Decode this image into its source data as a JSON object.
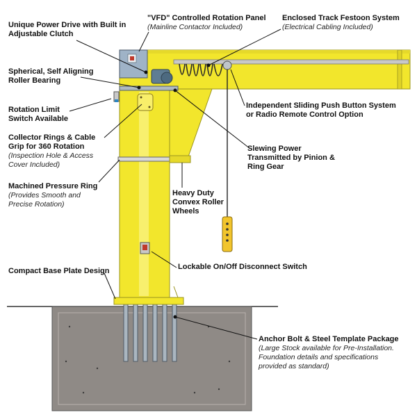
{
  "colors": {
    "crane_yellow": "#f2e62c",
    "crane_outline": "#9a9420",
    "concrete": "#8f8a86",
    "steel": "#8c9aa6",
    "leader": "#111111"
  },
  "labels": {
    "power_drive": {
      "title": "Unique Power Drive with Built in\nAdjustable Clutch"
    },
    "vfd_panel": {
      "title": "\"VFD\" Controlled Rotation Panel",
      "sub": "(Mainline Contactor Included)"
    },
    "festoon": {
      "title": "Enclosed Track Festoon System",
      "sub": "(Electrical Cabling Included)"
    },
    "bearing": {
      "title": "Spherical, Self Aligning\nRoller Bearing"
    },
    "push_button": {
      "title": "Independent Sliding Push Button System\nor Radio Remote Control Option"
    },
    "rotation_limit": {
      "title": "Rotation Limit\nSwitch Available"
    },
    "collector_rings": {
      "title": "Collector Rings & Cable\nGrip for 360 Rotation",
      "sub": "(Inspection Hole & Access\nCover Included)"
    },
    "slewing": {
      "title": "Slewing Power\nTransmitted by Pinion &\nRing Gear"
    },
    "pressure_ring": {
      "title": "Machined Pressure Ring",
      "sub": "(Provides Smooth and\nPrecise Rotation)"
    },
    "roller_wheels": {
      "title": "Heavy Duty\nConvex Roller\nWheels"
    },
    "disconnect": {
      "title": "Lockable On/Off Disconnect Switch"
    },
    "base_plate": {
      "title": "Compact Base Plate Design"
    },
    "anchor_bolt": {
      "title": "Anchor Bolt & Steel Template Package",
      "sub": "(Large Stock available for Pre-Installation.\nFoundation details and specifications\nprovided as standard)"
    }
  }
}
